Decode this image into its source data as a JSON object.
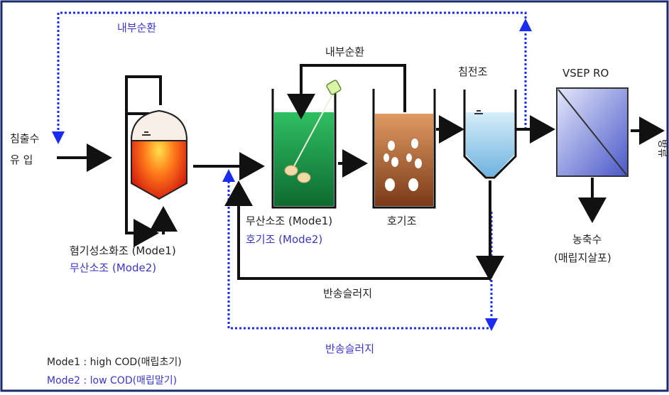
{
  "labels": {
    "inner_recycle_top": "내부순환",
    "inner_recycle_mid": "내부순환",
    "influent_line1": "침출수",
    "influent_line2": "유  입",
    "anaerobic_tank": "혐기성소화조 (Mode1)",
    "anaerobic_mode2": "무산소조 (Mode2)",
    "anoxic_tank": "무산소조 (Mode1)",
    "anoxic_mode2": "호기조 (Mode2)",
    "aerobic_tank": "호기조",
    "settling_tank": "침전조",
    "vsep": "VSEP RO",
    "concentrate_line1": "농축수",
    "concentrate_line2": "(매립지살포)",
    "return_sludge_black": "반송슬러지",
    "return_sludge_blue": "반송슬러지",
    "effluent": "방류",
    "mode1_note": "Mode1 : high COD(매립초기)",
    "mode2_note": "Mode2 : low  COD(매립말기)"
  },
  "colors": {
    "blue_label": "#3a36c8",
    "blue_dotted": "#1a2cf0",
    "line_black": "#111111",
    "anoxic_green": "#1f9a4e",
    "aerobic_brown": "#b8653a",
    "settling_blue": "#a9d9f2",
    "vsep_blue": "#6a78d8"
  }
}
